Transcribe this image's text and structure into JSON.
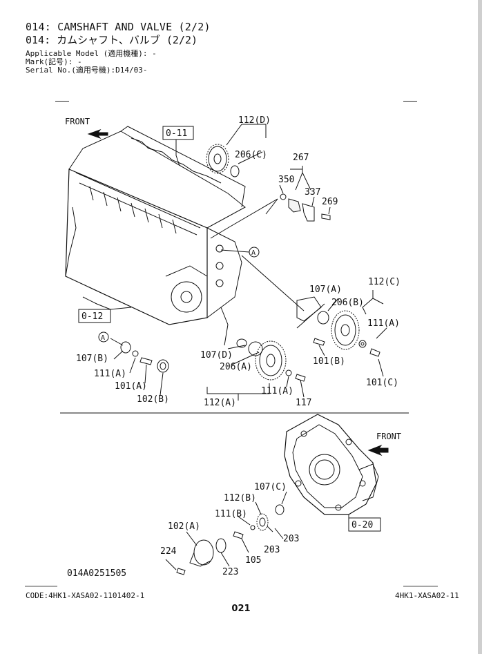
{
  "header": {
    "title_en": "014: CAMSHAFT AND VALVE (2/2)",
    "title_jp": "014: カムシャフト、バルブ (2/2)",
    "applicable_model": "Applicable Model (適用機種): -",
    "mark": "Mark(記号): -",
    "serial_no": "Serial No.(適用号機):D14/03-"
  },
  "labels": {
    "front_top": "FRONT",
    "front_bottom": "FRONT",
    "ref_0_11": "0-11",
    "ref_0_12": "0-12",
    "ref_0_20": "0-20",
    "circle_a": "A",
    "p112d": "112(D)",
    "p206c": "206(C)",
    "p267": "267",
    "p350": "350",
    "p337": "337",
    "p269": "269",
    "p107a": "107(A)",
    "p112c": "112(C)",
    "p206b": "206(B)",
    "p111a_r": "111(A)",
    "p101b": "101(B)",
    "p101c": "101(C)",
    "p107b": "107(B)",
    "p111a_l": "111(A)",
    "p101a": "101(A)",
    "p102b": "102(B)",
    "p107d": "107(D)",
    "p206a": "206(A)",
    "p111a_m": "111(A)",
    "p117": "117",
    "p112a": "112(A)",
    "p107c": "107(C)",
    "p112b": "112(B)",
    "p111b": "111(B)",
    "p102a": "102(A)",
    "p203a": "203",
    "p203b": "203",
    "p224": "224",
    "p105": "105",
    "p223": "223",
    "drawing_no": "014A0251505"
  },
  "footer": {
    "code": "CODE:4HK1-XASA02-1101402-1",
    "model_code": "4HK1-XASA02-11",
    "page": "021"
  }
}
